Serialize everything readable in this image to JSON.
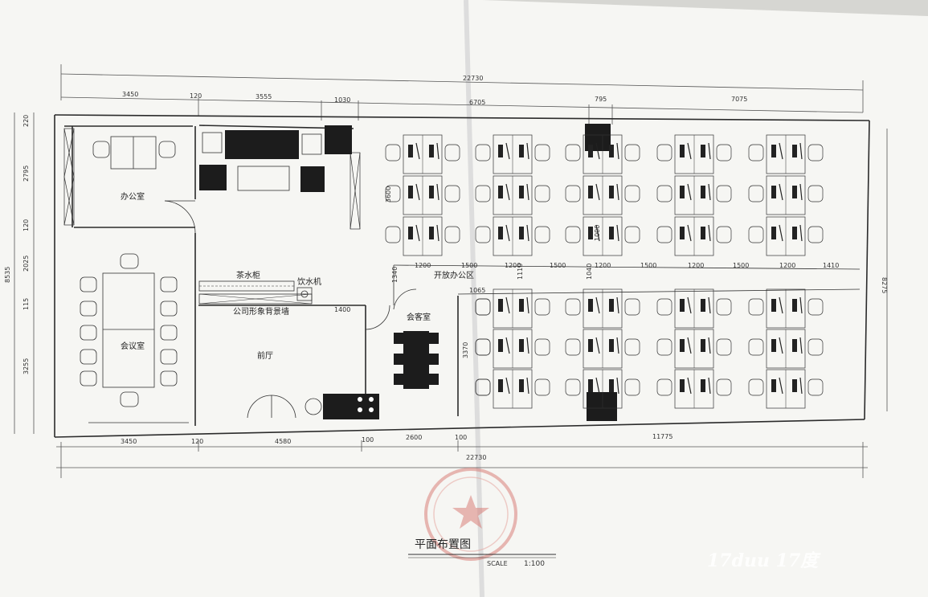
{
  "dimensions": {
    "top_total": "22730",
    "top_segments": [
      "3450",
      "120",
      "3555",
      "1030",
      "6705",
      "795",
      "7075"
    ],
    "bottom_segments": [
      "3450",
      "120",
      "4580",
      "100",
      "2600",
      "100",
      "11775"
    ],
    "bottom_total": "22730",
    "left_segments": [
      "220",
      "2795",
      "120",
      "2025",
      "115",
      "3255"
    ],
    "left_total": "8535",
    "right_total": "8275",
    "desk_widths": [
      "1200",
      "1500",
      "1200",
      "1500",
      "1200",
      "1500",
      "1200",
      "1500",
      "1200",
      "1410"
    ],
    "vertical_notes": [
      "3600",
      "1340",
      "1110",
      "1040",
      "1000",
      "1065",
      "3370"
    ],
    "gap_1400": "1400"
  },
  "rooms": {
    "office": "办公室",
    "meeting": "会议室",
    "tea_cabinet": "茶水柜",
    "water_dispenser": "饮水机",
    "image_wall": "公司形象背景墙",
    "lobby": "前厅",
    "reception": "会客室",
    "open_office": "开放办公区"
  },
  "title": "平面布置图",
  "scale_label": "SCALE",
  "scale_value": "1:100",
  "watermark": "17duu 17度",
  "colors": {
    "paper": "#f6f6f3",
    "line": "#2b2b2b",
    "solid": "#1c1c1c",
    "stamp": "#d9807a"
  }
}
